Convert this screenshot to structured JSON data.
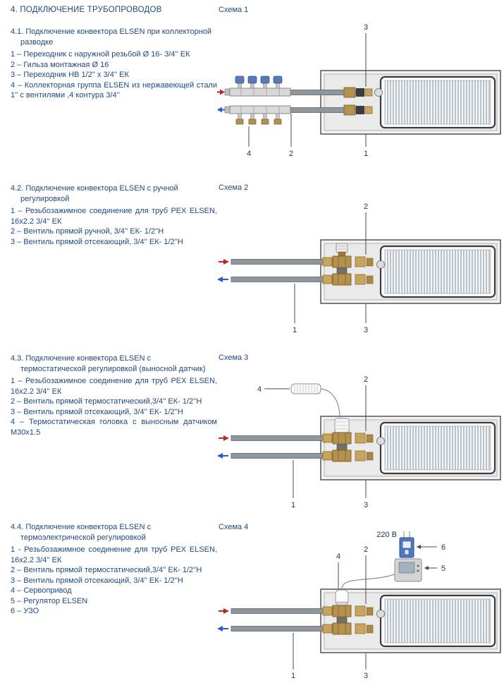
{
  "page": {
    "title": "4. ПОДКЛЮЧЕНИЕ ТРУБОПРОВОДОВ"
  },
  "colors": {
    "accent_text": "#1F497D",
    "supply_arrow": "#C0261F",
    "return_arrow": "#2A5BD7"
  },
  "sections": [
    {
      "heading": "4.1. Подключение конвектора ELSEN при коллекторной разводке",
      "items": [
        "1 – Переходник с наружной резьбой Ø 16- 3/4'' ЕК",
        "2 – Гильза монтажная Ø 16",
        "3 – Переходник НВ 1/2'' х 3/4'' ЕК",
        "4 – Коллекторная группа ELSEN из нержавеющей стали 1'' с вентилями ,4 контура 3/4''"
      ],
      "schema": {
        "label": "Схема 1",
        "callouts": {
          "c1": "1",
          "c2": "2",
          "c3": "3",
          "c4": "4"
        }
      }
    },
    {
      "heading": "4.2. Подключение конвектора ELSEN с ручной регулировкой",
      "items": [
        "1 – Резьбозажимное соединение для труб PEX ELSEN, 16х2.2 3/4'' ЕК",
        "2 – Вентиль прямой ручной, 3/4'' ЕК- 1/2''Н",
        "3 – Вентиль прямой отсекающий, 3/4'' ЕК- 1/2''Н"
      ],
      "schema": {
        "label": "Схема 2",
        "callouts": {
          "c1": "1",
          "c2": "2",
          "c3": "3"
        }
      }
    },
    {
      "heading": "4.3. Подключение конвектора ELSEN с термостатической регулировкой (выносной датчик)",
      "items": [
        "1 – Резьбозажимное соединение для труб PEX ELSEN, 16х2.2 3/4'' ЕК",
        "2 – Вентиль прямой термостатический,3/4'' ЕК- 1/2''Н",
        "3 – Вентиль прямой отсекающий, 3/4'' ЕК- 1/2''Н",
        "4 – Термостатическая головка с выносным датчиком М30х1.5"
      ],
      "schema": {
        "label": "Схема 3",
        "callouts": {
          "c1": "1",
          "c2": "2",
          "c3": "3",
          "c4": "4"
        }
      }
    },
    {
      "heading": "4.4. Подключение конвектора ELSEN с термоэлектрической регулировкой",
      "items": [
        "1 - Резьбозажимное соединение для труб PEX ELSEN, 16х2.2 3/4'' ЕК",
        "2 – Вентиль прямой термостатический,3/4'' ЕК- 1/2''Н",
        "3 – Вентиль прямой отсекающий, 3/4'' ЕК- 1/2''Н",
        "4 – Сервопривод",
        "5 – Регулятор ELSEN",
        "6 – УЗО"
      ],
      "schema": {
        "label": "Схема 4",
        "voltage": "220 В",
        "callouts": {
          "c1": "1",
          "c2": "2",
          "c3": "3",
          "c4": "4",
          "c5": "5",
          "c6": "6"
        }
      }
    }
  ]
}
